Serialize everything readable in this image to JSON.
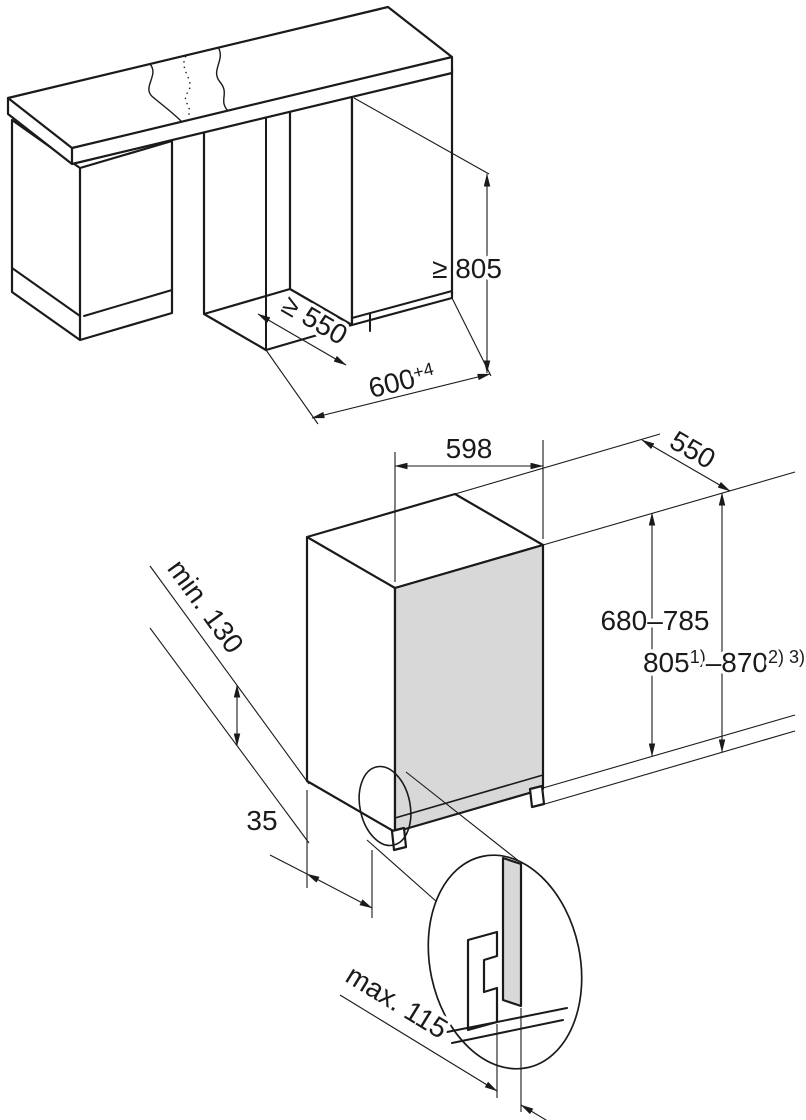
{
  "colors": {
    "line": "#1a1a1a",
    "panel": "#d8d8d8",
    "background": "#ffffff"
  },
  "niche_view": {
    "depth_label": "≥ 550",
    "height_label": "≥ 805",
    "width_label": "600",
    "width_sup": "+4"
  },
  "appliance_view": {
    "width_label": "598",
    "depth_label": "550",
    "height_range_label": "680–785",
    "niche_height_main": "805",
    "niche_height_sup_a": "1)",
    "niche_height_tail": "–870",
    "niche_height_sup_b": "2) 3)",
    "plinth_min_label": "min. 130",
    "front_offset_label": "35",
    "recess_max_label": "max. 115"
  }
}
